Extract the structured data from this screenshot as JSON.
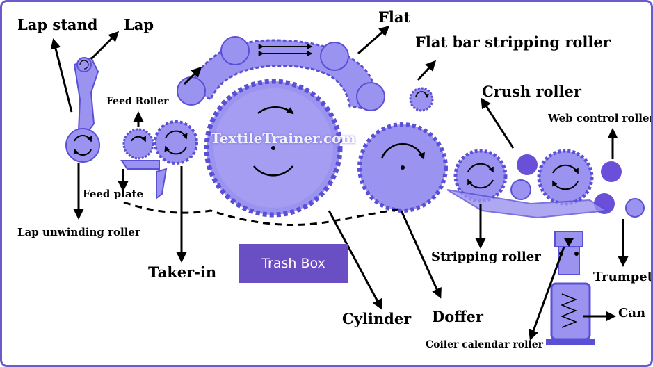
{
  "watermark": "TextileTrainer.com",
  "colors": {
    "machine": "#9b93f0",
    "machine_dark": "#5b4fd6",
    "frame": "#6a5acd",
    "trash_box": "#6a4fc4",
    "crush_roller": "#6a4fd8"
  },
  "labels": {
    "lap_stand": "Lap stand",
    "lap": "Lap",
    "flat": "Flat",
    "flat_bar_stripping_roller": "Flat bar stripping roller",
    "feed_roller": "Feed Roller",
    "crush_roller": "Crush roller",
    "web_control_roller": "Web control roller",
    "feed_plate": "Feed plate",
    "lap_unwinding_roller": "Lap unwinding roller",
    "taker_in": "Taker-in",
    "trash_box": "Trash Box",
    "stripping_roller": "Stripping roller",
    "trumpet": "Trumpet",
    "cylinder": "Cylinder",
    "doffer": "Doffer",
    "can": "Can",
    "coiler_calendar_roller": "Coiler calendar roller"
  }
}
